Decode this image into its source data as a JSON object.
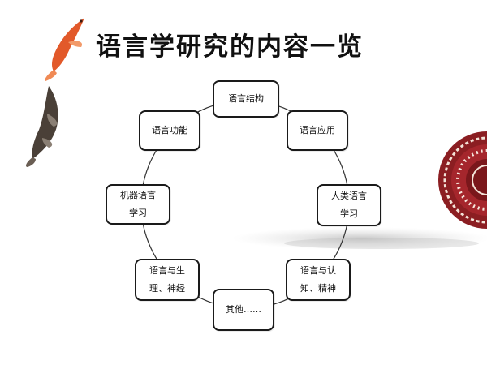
{
  "slide": {
    "title": "语言学研究的内容一览"
  },
  "diagram": {
    "nodes": [
      {
        "id": "structure",
        "label": "语言结构"
      },
      {
        "id": "application",
        "label": "语言应用"
      },
      {
        "id": "human",
        "label": "人类语言\n学习"
      },
      {
        "id": "cognition",
        "label": "语言与认\n知、精神"
      },
      {
        "id": "other",
        "label": "其他……"
      },
      {
        "id": "physiology",
        "label": "语言与生\n理、神经"
      },
      {
        "id": "machine",
        "label": "机器语言\n学习"
      },
      {
        "id": "function",
        "label": "语言功能"
      }
    ]
  },
  "decorations": {
    "fish_icons": [
      "koi-fish-orange",
      "koi-fish-gray"
    ],
    "plate_icon": "decorative-plate",
    "ink_brush": "ink-wash-stroke"
  },
  "colors": {
    "border": "#1a1a1a",
    "koi_orange": "#e2592a",
    "plate_red": "#8b1e22"
  }
}
